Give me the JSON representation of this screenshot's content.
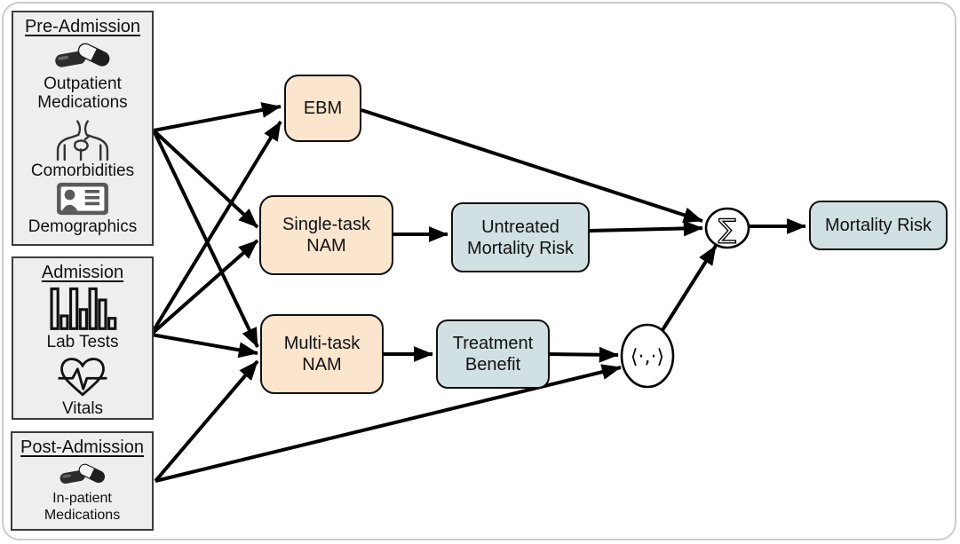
{
  "sources": [
    {
      "title": "Pre-Admission",
      "items": [
        {
          "icon": "pills-icon",
          "label": "Outpatient\nMedications"
        },
        {
          "icon": "torso-icon",
          "label": "Comorbidities"
        },
        {
          "icon": "id-card-icon",
          "label": "Demographics"
        }
      ]
    },
    {
      "title": "Admission",
      "items": [
        {
          "icon": "bar-chart-icon",
          "label": "Lab Tests"
        },
        {
          "icon": "heartbeat-icon",
          "label": "Vitals"
        }
      ]
    },
    {
      "title": "Post-Admission",
      "items": [
        {
          "icon": "pills-icon",
          "label": "In-patient\nMedications"
        }
      ]
    }
  ],
  "models": [
    {
      "id": "ebm",
      "label": "EBM"
    },
    {
      "id": "single-task-nam",
      "label": "Single-task\nNAM"
    },
    {
      "id": "multi-task-nam",
      "label": "Multi-task\nNAM"
    }
  ],
  "intermediate_outputs": [
    {
      "id": "untreated-mortality-risk",
      "label": "Untreated\nMortality Risk"
    },
    {
      "id": "treatment-benefit",
      "label": "Treatment\nBenefit"
    }
  ],
  "final_output": {
    "id": "mortality-risk",
    "label": "Mortality Risk"
  },
  "operators": {
    "sum": "∑",
    "inner_product": "⟨·,·⟩"
  },
  "edges": [
    {
      "from": "pre-admission",
      "to": "ebm"
    },
    {
      "from": "pre-admission",
      "to": "single-task-nam"
    },
    {
      "from": "pre-admission",
      "to": "multi-task-nam"
    },
    {
      "from": "admission",
      "to": "ebm"
    },
    {
      "from": "admission",
      "to": "single-task-nam"
    },
    {
      "from": "admission",
      "to": "multi-task-nam"
    },
    {
      "from": "post-admission",
      "to": "multi-task-nam"
    },
    {
      "from": "post-admission",
      "to": "inner-product"
    },
    {
      "from": "ebm",
      "to": "sum"
    },
    {
      "from": "single-task-nam",
      "to": "untreated-mortality-risk"
    },
    {
      "from": "untreated-mortality-risk",
      "to": "sum"
    },
    {
      "from": "multi-task-nam",
      "to": "treatment-benefit"
    },
    {
      "from": "treatment-benefit",
      "to": "inner-product"
    },
    {
      "from": "inner-product",
      "to": "sum"
    },
    {
      "from": "sum",
      "to": "mortality-risk"
    }
  ],
  "colors": {
    "model_fill": "#fce5cd",
    "output_fill": "#d0e0e3",
    "source_fill": "#eeeeee",
    "edge": "#000000",
    "frame_border": "#cccccc"
  }
}
